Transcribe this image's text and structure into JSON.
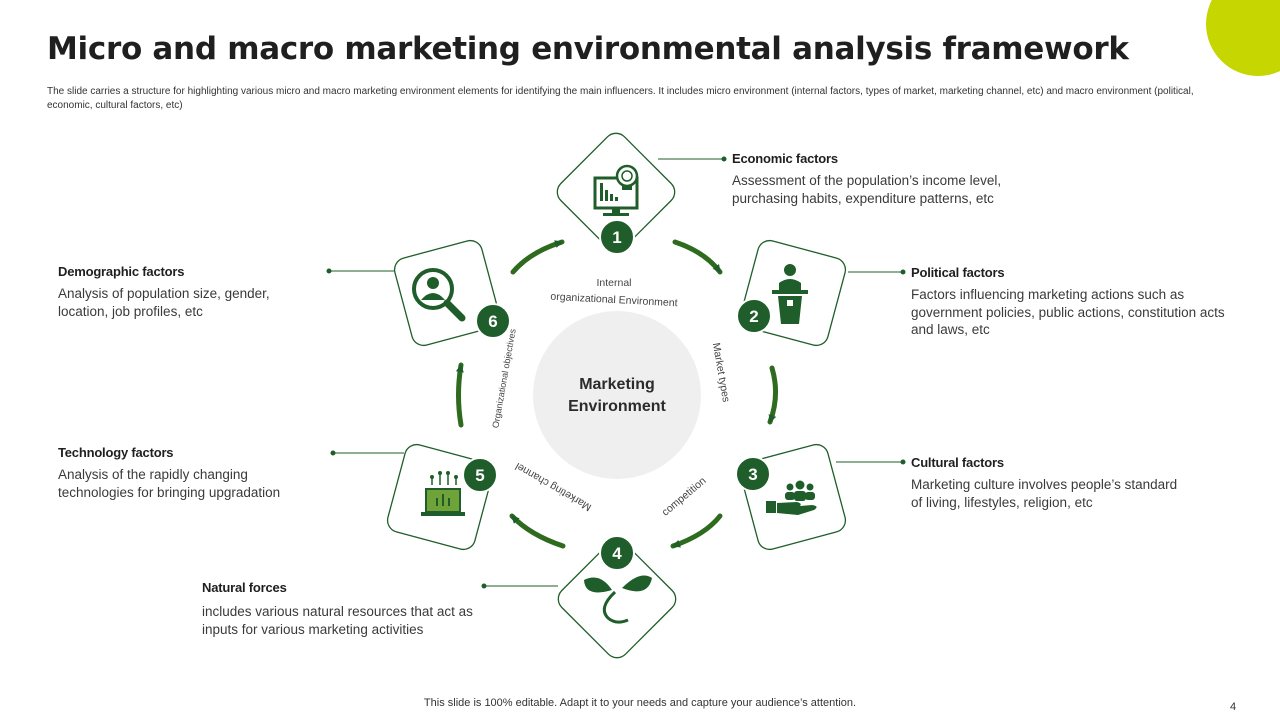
{
  "title": "Micro and macro marketing environmental analysis framework",
  "subtitle": "The slide carries a structure for highlighting various micro and macro marketing environment elements for identifying the main influencers. It includes micro environment (internal factors, types of market, marketing channel, etc) and macro environment (political, economic, cultural factors, etc)",
  "center": {
    "line1": "Marketing",
    "line2": "Environment"
  },
  "ring_labels": {
    "internal_line1": "Internal",
    "internal_line2": "organizational Environment",
    "market_types": "Market types",
    "competition": "competition",
    "marketing_channel": "Marketing channel",
    "organizational_objectives": "Organizational objectives"
  },
  "factors": [
    {
      "number": "1",
      "icon": "presentation-idea-icon",
      "heading": "Economic factors",
      "description": "Assessment of the population’s income level, purchasing habits, expenditure patterns, etc"
    },
    {
      "number": "2",
      "icon": "speaker-podium-icon",
      "heading": "Political factors",
      "description": "Factors influencing marketing actions such as government policies, public actions, constitution acts and laws, etc"
    },
    {
      "number": "3",
      "icon": "people-hand-icon",
      "heading": "Cultural factors",
      "description": "Marketing culture involves people’s standard of living, lifestyles, religion, etc"
    },
    {
      "number": "4",
      "icon": "sprout-icon",
      "heading": "Natural forces",
      "description": "includes various natural resources that act as inputs for various marketing activities"
    },
    {
      "number": "5",
      "icon": "laptop-circuit-icon",
      "heading": "Technology factors",
      "description": "Analysis of the rapidly changing technologies for bringing upgradation"
    },
    {
      "number": "6",
      "icon": "user-search-icon",
      "heading": "Demographic factors",
      "description": "Analysis of population size, gender, location, job profiles, etc"
    }
  ],
  "footer": "This slide is 100% editable. Adapt it to your needs and capture your audience’s attention.",
  "page_number": "4",
  "colors": {
    "dark_green": "#1f5e2a",
    "mid_green": "#2e6b1f",
    "accent": "#c5d600",
    "center_fill": "#efefef"
  }
}
